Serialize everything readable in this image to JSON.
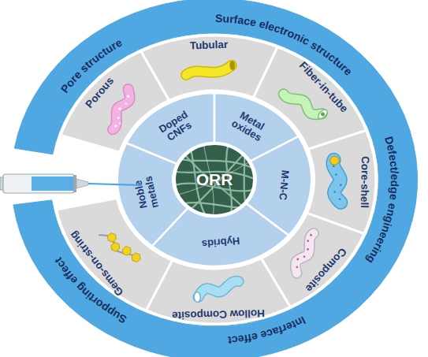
{
  "diagram": {
    "nodes": [
      {
        "text": [
          "ORR"
        ]
      },
      {
        "text": [
          "Doped CNFs"
        ]
      },
      {
        "text": [
          "Metal oxides"
        ]
      },
      {
        "text": [
          "M-N-C"
        ]
      },
      {
        "text": [
          "Hybrids"
        ]
      },
      {
        "text": [
          "Noble metals"
        ]
      },
      {
        "text": [
          "Porous"
        ]
      },
      {
        "text": [
          "Tubular"
        ]
      },
      {
        "text": [
          "Fiber-in-tube"
        ]
      },
      {
        "text": [
          "Core-shell"
        ]
      },
      {
        "text": [
          "Composite"
        ]
      },
      {
        "text": [
          "Hollow Composite"
        ]
      },
      {
        "text": [
          "Gems-on-string"
        ]
      },
      {
        "text": [
          "Pore structure"
        ]
      },
      {
        "text": [
          "Surface electronic structure"
        ]
      },
      {
        "text": [
          "Defect/edge engineering"
        ]
      },
      {
        "text": [
          "Interface effect"
        ]
      },
      {
        "text": [
          "Supporting effect"
        ]
      }
    ]
  }
}
